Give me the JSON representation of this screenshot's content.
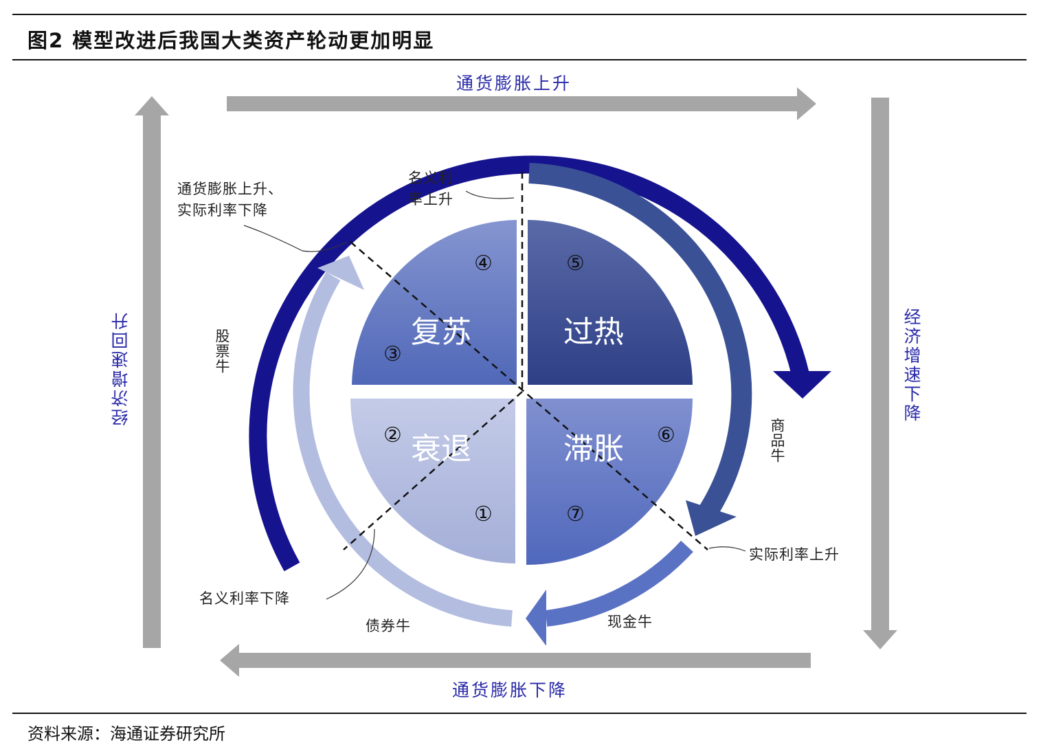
{
  "title": "图2  模型改进后我国大类资产轮动更加明显",
  "source": "资料来源：海通证券研究所",
  "axes": {
    "top": "通货膨胀上升",
    "bottom": "通货膨胀下降",
    "left": "经济增速回升",
    "right": "经济增速下降"
  },
  "phases": {
    "recovery": "复苏",
    "overheat": "过热",
    "recession": "衰退",
    "stagflation": "滞胀"
  },
  "numbers": [
    "①",
    "②",
    "③",
    "④",
    "⑤",
    "⑥",
    "⑦"
  ],
  "labels": {
    "nominal_up": "名义利\n率上升",
    "inflation_up_real_down": "通货膨胀上升、\n实际利率下降",
    "stock_bull": "股票牛",
    "commodity_bull": "商品牛",
    "real_up": "实际利率上升",
    "nominal_down": "名义利率下降",
    "bond_bull": "债券牛",
    "cash_bull": "现金牛"
  },
  "colors": {
    "dark_arc": "#16138f",
    "commodity_arc": "#3b5196",
    "bond_arc": "#b3bde0",
    "cash_arc": "#5a72c4",
    "gray": "#a6a6a6"
  }
}
